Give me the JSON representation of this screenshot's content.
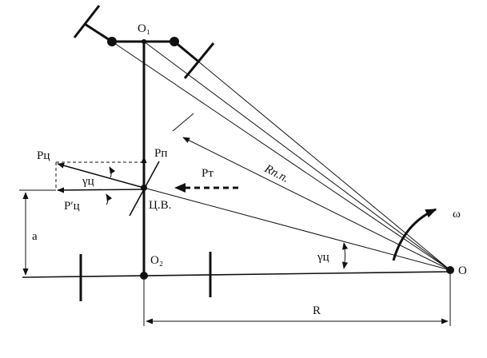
{
  "labels": {
    "o1": "O₁",
    "o2": "O₂",
    "o": "O",
    "omega": "ω",
    "p_ts": "Pц",
    "p_ts_prime": "P′ц",
    "p_p": "Pп",
    "p_t": "Pт",
    "gamma_ts_top": "γц",
    "gamma_ts_right": "γц",
    "cv": "Ц.В.",
    "a": "a",
    "r": "R",
    "r_pp": "Rп.п."
  }
}
